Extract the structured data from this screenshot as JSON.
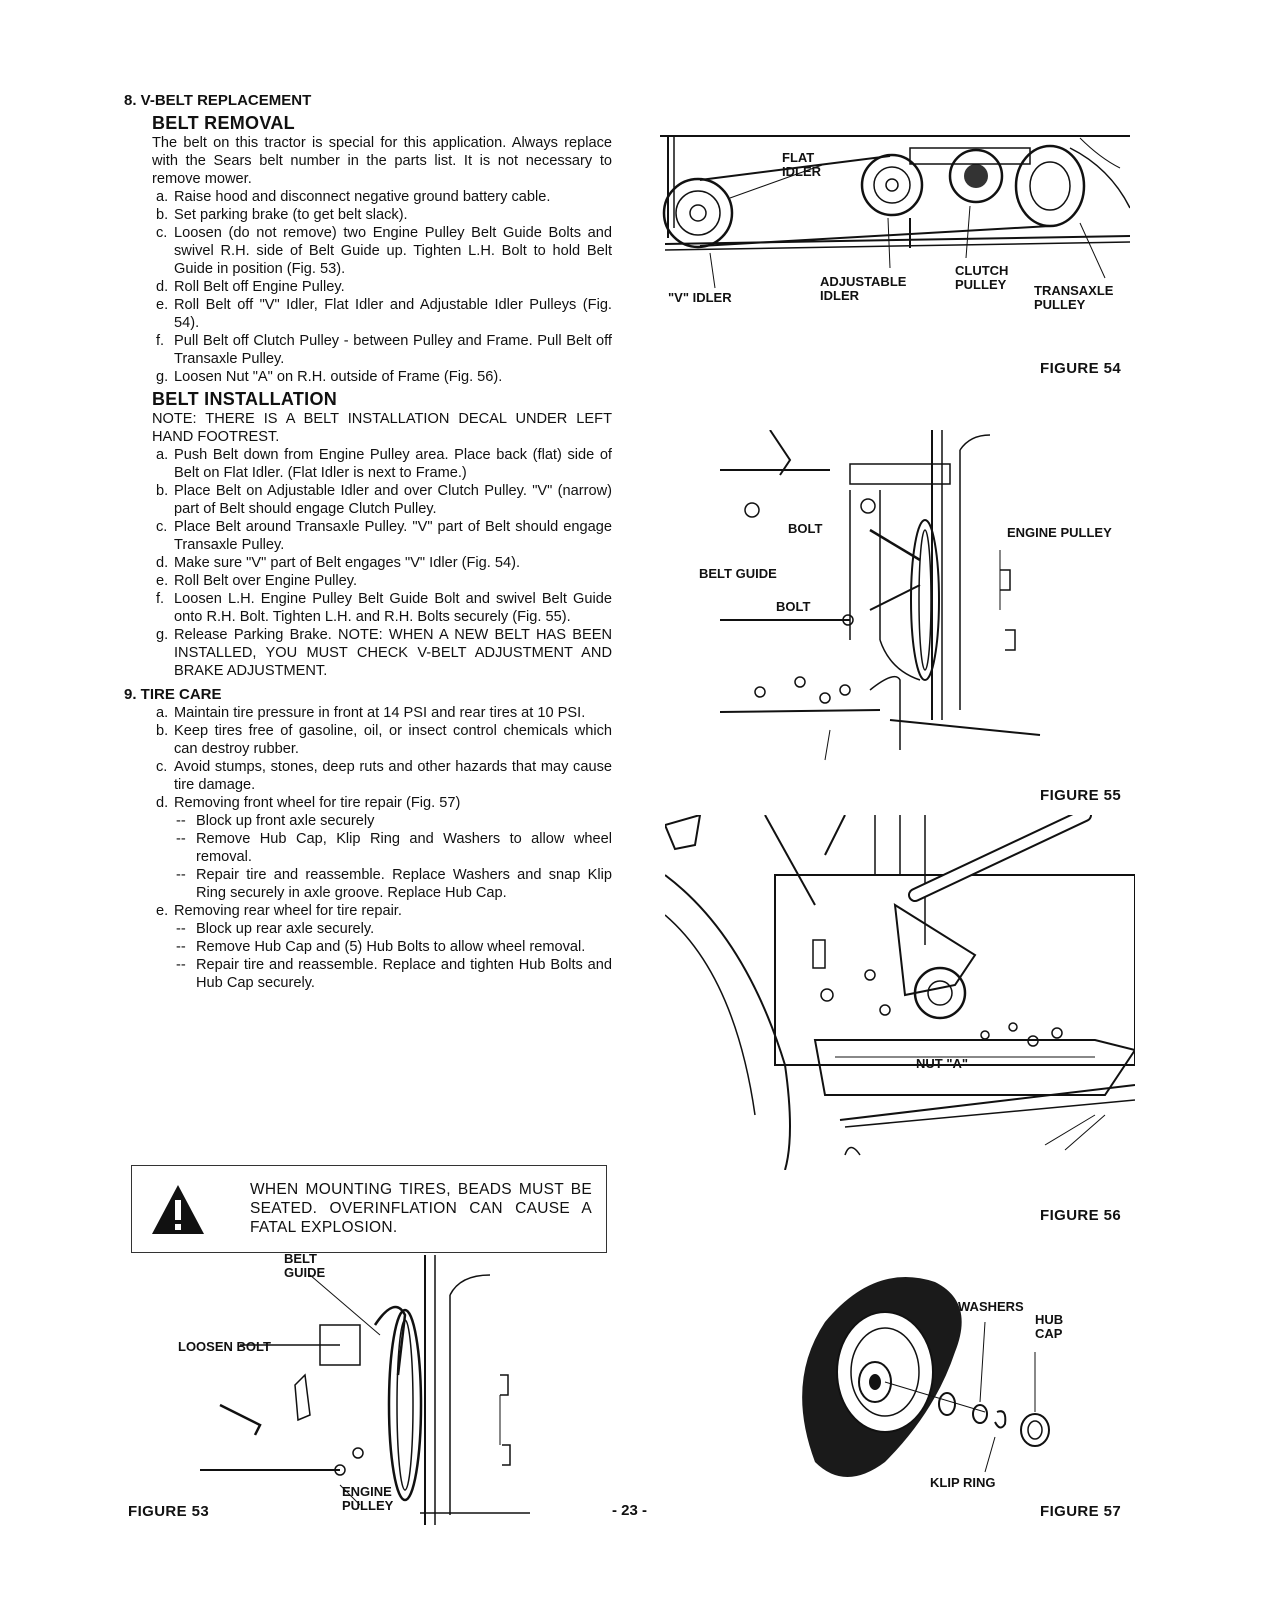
{
  "section8": {
    "heading": "8. V-BELT REPLACEMENT",
    "removal": {
      "title": "BELT REMOVAL",
      "intro": "The belt on this tractor is special for this application. Always replace with the Sears belt number in the parts list. It is not necessary to remove mower.",
      "steps": [
        {
          "mark": "a.",
          "text": "Raise hood and disconnect negative ground battery cable."
        },
        {
          "mark": "b.",
          "text": "Set parking brake (to get belt slack)."
        },
        {
          "mark": "c.",
          "text": "Loosen (do not remove) two Engine Pulley Belt Guide Bolts and swivel R.H. side of Belt Guide up. Tighten L.H. Bolt to hold Belt Guide in position (Fig. 53)."
        },
        {
          "mark": "d.",
          "text": "Roll Belt off Engine Pulley."
        },
        {
          "mark": "e.",
          "text": "Roll Belt off \"V\" Idler, Flat Idler and Adjustable Idler Pulleys (Fig. 54)."
        },
        {
          "mark": "f.",
          "text": "Pull Belt off Clutch Pulley - between Pulley and Frame. Pull Belt off Transaxle Pulley."
        },
        {
          "mark": "g.",
          "text": "Loosen Nut \"A\" on R.H. outside of Frame (Fig. 56)."
        }
      ]
    },
    "installation": {
      "title": "BELT INSTALLATION",
      "note": "NOTE: THERE IS A BELT INSTALLATION DECAL UNDER LEFT HAND FOOTREST.",
      "steps": [
        {
          "mark": "a.",
          "text": "Push Belt down from Engine Pulley area. Place back (flat) side of Belt on Flat Idler. (Flat Idler is next to Frame.)"
        },
        {
          "mark": "b.",
          "text": "Place Belt on Adjustable Idler and over Clutch Pulley. \"V\" (narrow) part of Belt should engage Clutch Pulley."
        },
        {
          "mark": "c.",
          "text": "Place Belt around Transaxle Pulley. \"V\" part of Belt should engage Transaxle Pulley."
        },
        {
          "mark": "d.",
          "text": "Make sure \"V\" part of Belt engages \"V\" Idler (Fig. 54)."
        },
        {
          "mark": "e.",
          "text": "Roll Belt over Engine Pulley."
        },
        {
          "mark": "f.",
          "text": "Loosen L.H. Engine Pulley Belt Guide Bolt and swivel Belt Guide onto R.H. Bolt. Tighten L.H. and R.H. Bolts securely (Fig. 55)."
        },
        {
          "mark": "g.",
          "text": "Release Parking Brake. NOTE: WHEN A NEW BELT HAS BEEN INSTALLED, YOU MUST CHECK V-BELT ADJUSTMENT AND BRAKE ADJUSTMENT."
        }
      ]
    }
  },
  "section9": {
    "heading": "9. TIRE CARE",
    "steps": [
      {
        "mark": "a.",
        "text": "Maintain tire pressure in front at 14 PSI and rear tires at 10 PSI."
      },
      {
        "mark": "b.",
        "text": "Keep tires free of gasoline, oil, or insect control chemicals which can destroy rubber."
      },
      {
        "mark": "c.",
        "text": "Avoid stumps, stones, deep ruts and other hazards that may cause tire damage."
      },
      {
        "mark": "d.",
        "text": "Removing front wheel for tire repair (Fig. 57)"
      },
      {
        "mark": "e.",
        "text": "Removing rear wheel for tire repair."
      }
    ],
    "front_sub": [
      "Block up front axle securely",
      "Remove Hub Cap, Klip Ring and Washers to allow wheel removal.",
      "Repair tire and reassemble. Replace Washers and snap Klip Ring securely in axle groove. Replace Hub Cap."
    ],
    "rear_sub": [
      "Block up rear axle securely.",
      "Remove Hub Cap and (5) Hub Bolts to allow wheel removal.",
      "Repair tire and reassemble. Replace and tighten Hub Bolts and Hub Cap securely."
    ]
  },
  "warning": {
    "icon": "warning-triangle-icon",
    "text": "WHEN MOUNTING TIRES, BEADS MUST BE SEATED. OVERINFLATION CAN CAUSE A FATAL EXPLOSION."
  },
  "fig53": {
    "caption": "FIGURE 53",
    "belt_guide_1": "BELT",
    "belt_guide_2": "GUIDE",
    "loosen_bolt": "LOOSEN BOLT",
    "engine_pulley_1": "ENGINE",
    "engine_pulley_2": "PULLEY"
  },
  "fig54": {
    "caption": "FIGURE 54",
    "flat_idler_1": "FLAT",
    "flat_idler_2": "IDLER",
    "v_idler": "\"V\" IDLER",
    "adjustable_idler_1": "ADJUSTABLE",
    "adjustable_idler_2": "IDLER",
    "clutch_pulley_1": "CLUTCH",
    "clutch_pulley_2": "PULLEY",
    "transaxle_pulley_1": "TRANSAXLE",
    "transaxle_pulley_2": "PULLEY"
  },
  "fig55": {
    "caption": "FIGURE 55",
    "bolt_top": "BOLT",
    "belt_guide": "BELT GUIDE",
    "bolt_bottom": "BOLT",
    "engine_pulley": "ENGINE PULLEY"
  },
  "fig56": {
    "caption": "FIGURE 56",
    "nut_a": "NUT \"A\""
  },
  "fig57": {
    "caption": "FIGURE 57",
    "washers": "WASHERS",
    "hub_cap_1": "HUB",
    "hub_cap_2": "CAP",
    "klip_ring": "KLIP RING"
  },
  "page_number": "- 23 -"
}
